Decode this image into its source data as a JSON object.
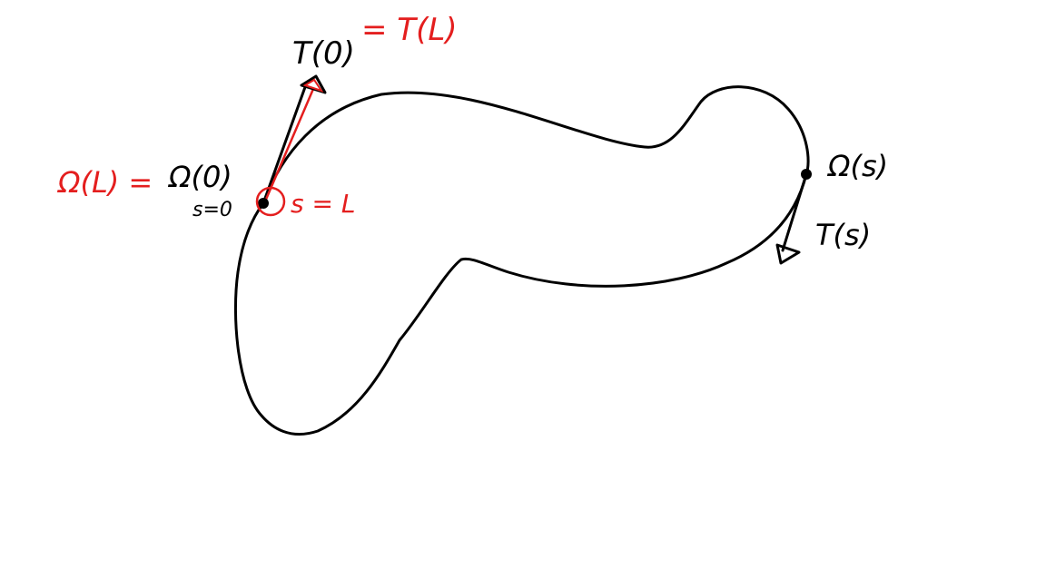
{
  "labels": {
    "t0": "T(0)",
    "t0_eq": "= T(L)",
    "omega_L": "Ω(L) =",
    "omega_0": "Ω(0)",
    "s_eq_0": "s=0",
    "s_eq_L": "s = L",
    "omega_s": "Ω(s)",
    "t_s": "T(s)"
  },
  "colors": {
    "ink": "#000000",
    "accent": "#e41e1e",
    "background": "#ffffff"
  }
}
